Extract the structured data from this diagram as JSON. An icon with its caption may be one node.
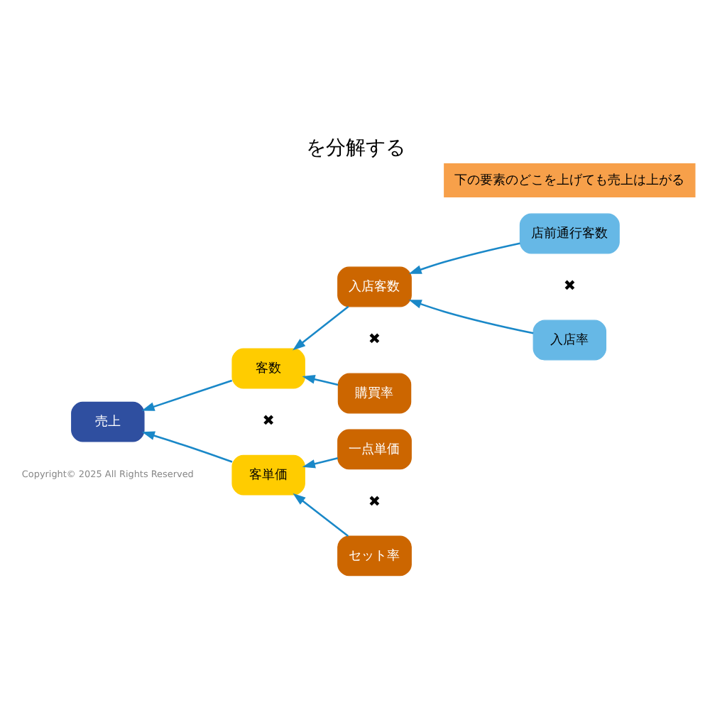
{
  "diagram": {
    "title": "を分解する",
    "nodes": [
      {
        "text": [
          "売上"
        ]
      },
      {
        "text": [
          "客数"
        ]
      },
      {
        "text": [
          "客単価"
        ]
      },
      {
        "text": [
          "入店客数"
        ]
      },
      {
        "text": [
          "購買率"
        ]
      },
      {
        "text": [
          "一点単価"
        ]
      },
      {
        "text": [
          "セット率"
        ]
      },
      {
        "text": [
          "店前通行客数"
        ]
      },
      {
        "text": [
          "入店率"
        ]
      }
    ],
    "edges": [
      {
        "from": 1,
        "to": 0,
        "arrow": "to"
      },
      {
        "from": 2,
        "to": 0,
        "arrow": "to"
      },
      {
        "from": 3,
        "to": 1,
        "arrow": "to"
      },
      {
        "from": 4,
        "to": 1,
        "arrow": "to"
      },
      {
        "from": 5,
        "to": 2,
        "arrow": "to"
      },
      {
        "from": 6,
        "to": 2,
        "arrow": "to"
      },
      {
        "from": 7,
        "to": 3,
        "arrow": "to"
      },
      {
        "from": 8,
        "to": 3,
        "arrow": "to"
      }
    ],
    "labels": [
      "下の要素のどこを上げても売上は上がる",
      "✖",
      "✖",
      "✖",
      "✖",
      "Copyright© 2025 All Rights Reserved"
    ]
  }
}
